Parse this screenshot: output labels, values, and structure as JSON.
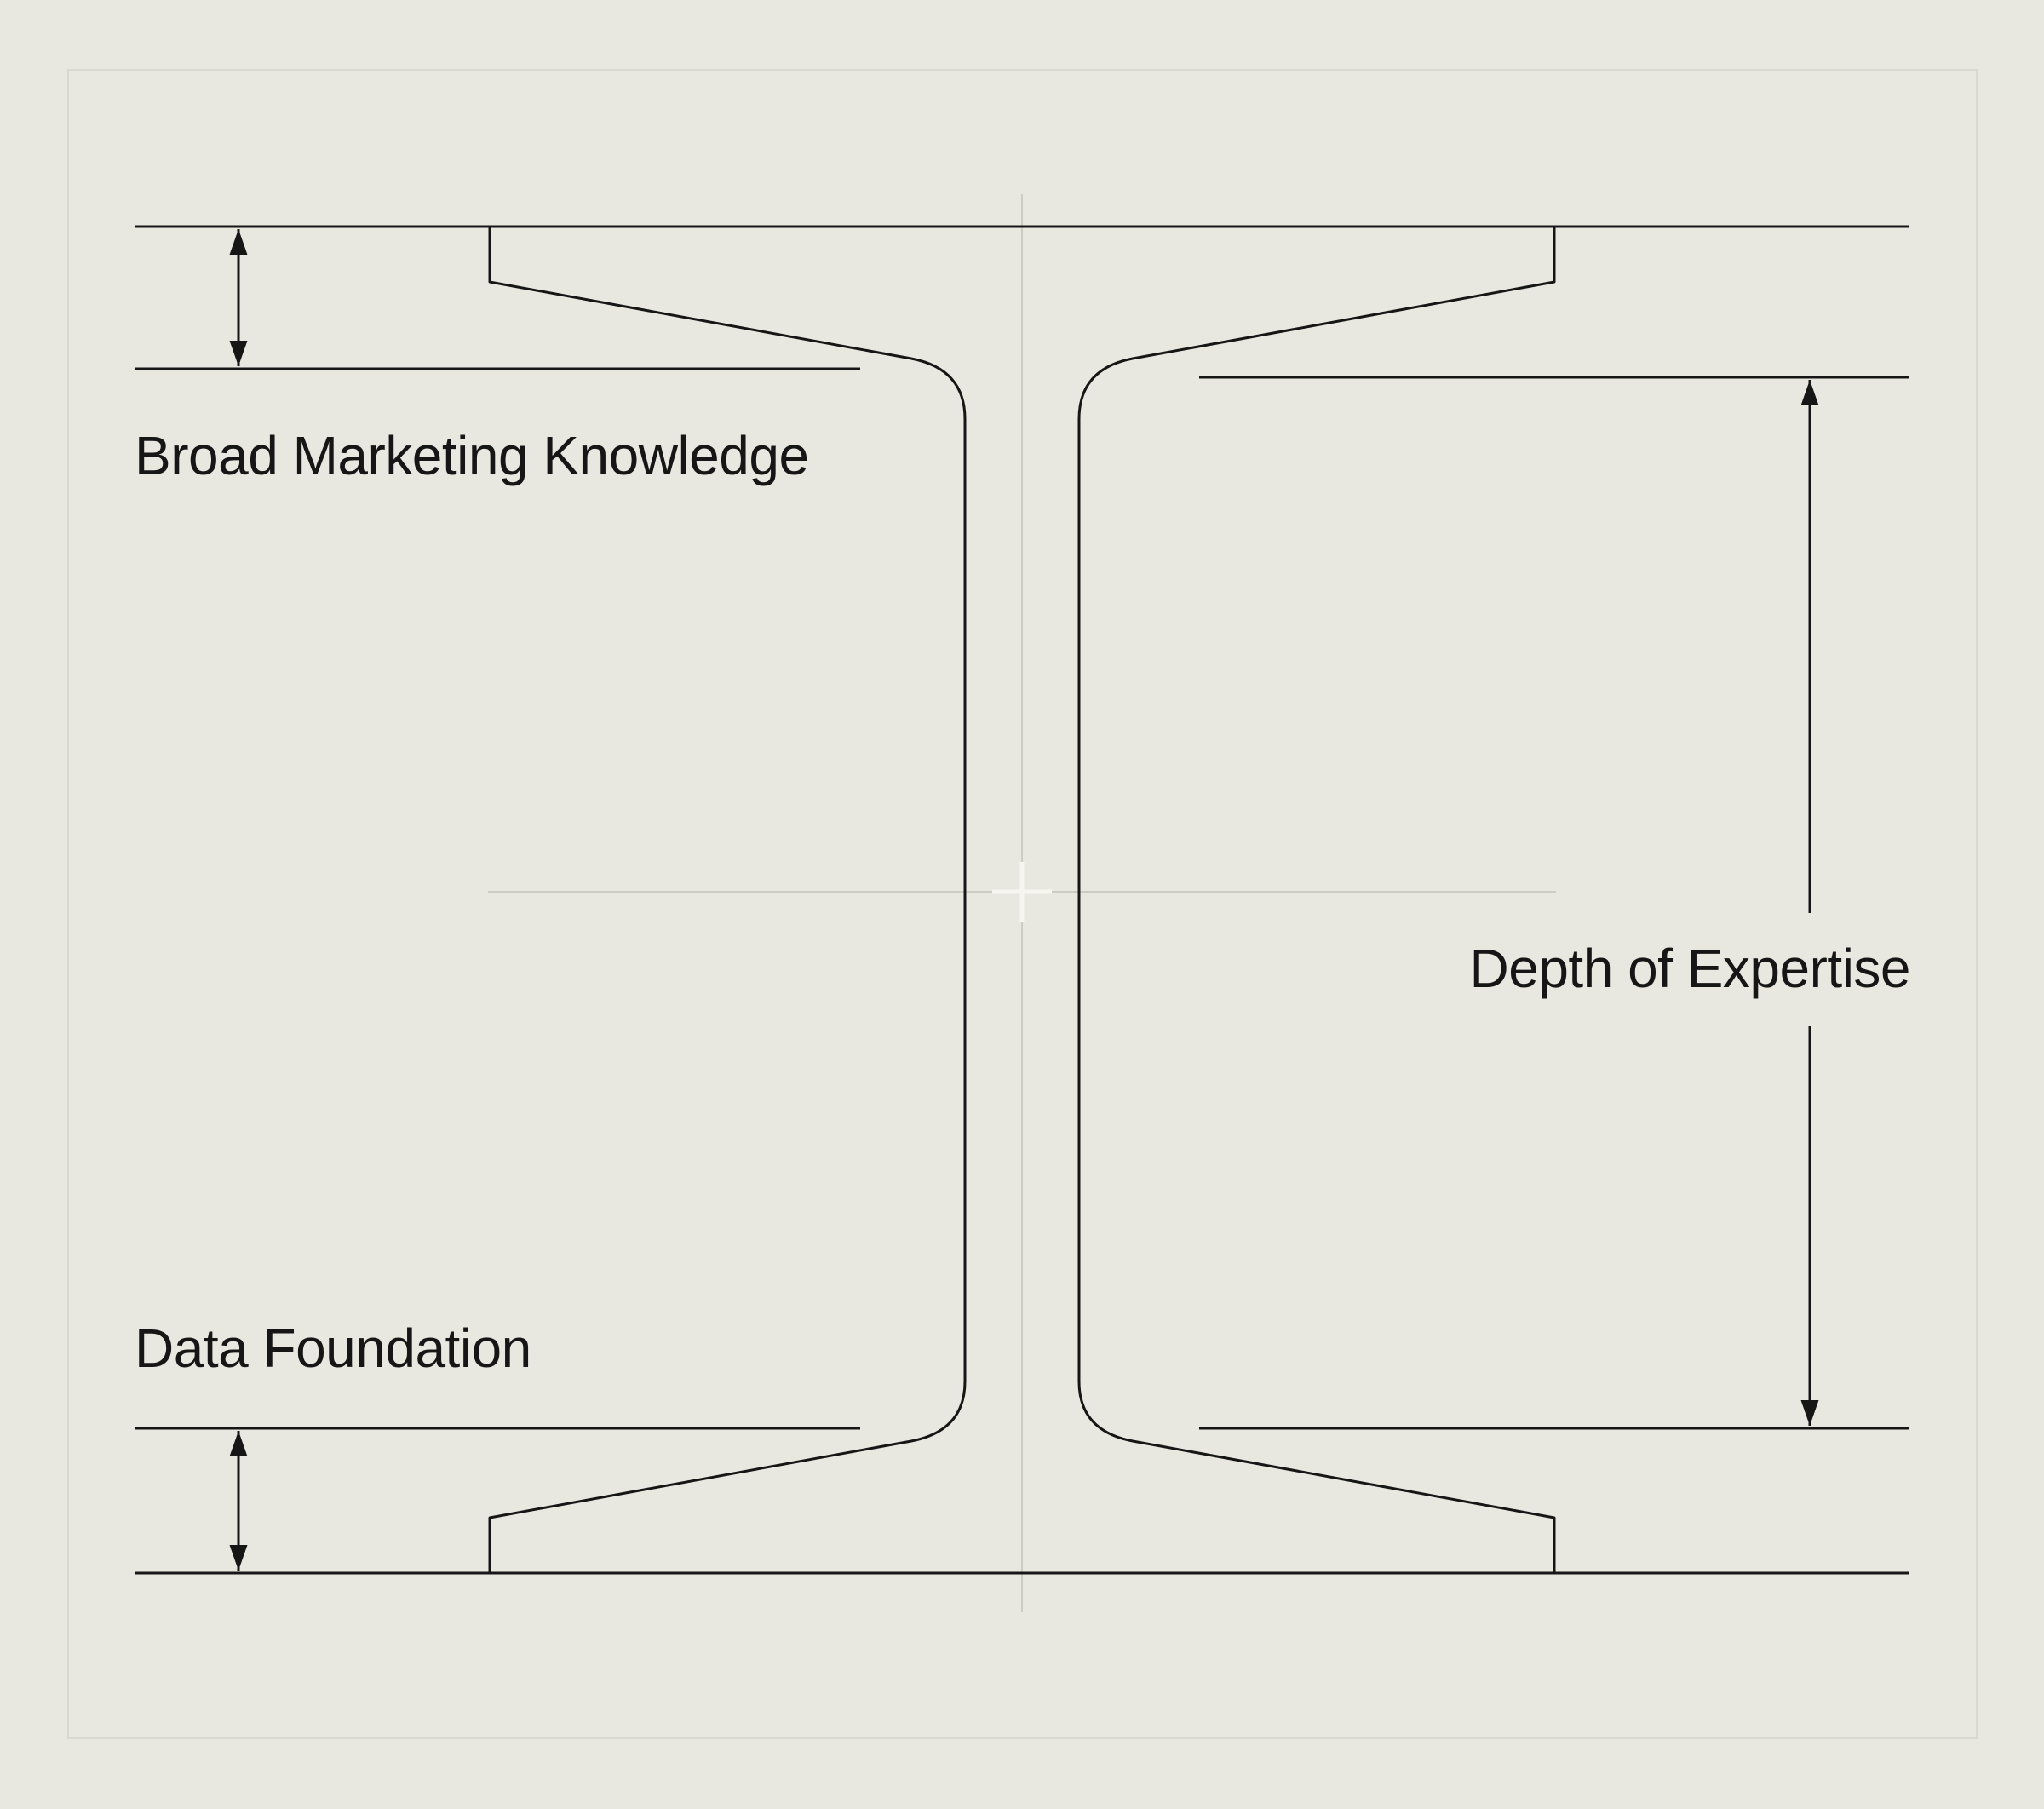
{
  "diagram": {
    "type": "i-beam-cross-section",
    "labels": {
      "top_flange": "Broad Marketing Knowledge",
      "web": "Depth of Expertise",
      "bottom_flange": "Data Foundation"
    },
    "colors": {
      "background": "#e9e8e0",
      "stroke": "#161616",
      "text": "#161616",
      "centerline": "#cdccc2",
      "center_mark": "#f6f5ef",
      "frame": "#d9d8ce"
    }
  }
}
